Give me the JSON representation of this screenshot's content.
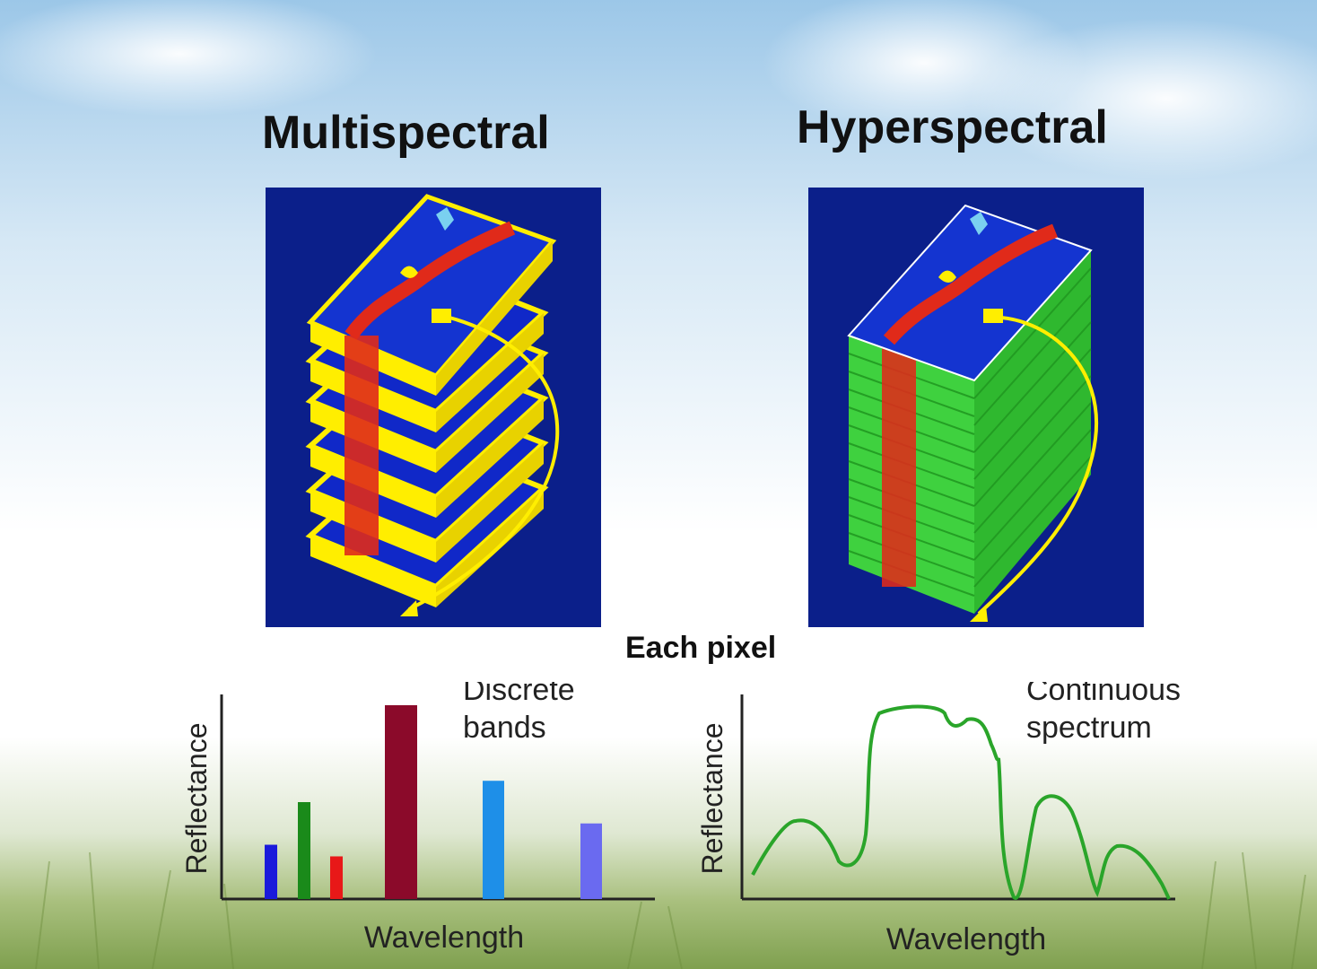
{
  "headings": {
    "left": "Multispectral",
    "right": "Hyperspectral",
    "center": "Each pixel"
  },
  "left_chart": {
    "annotation_line1": "Discrete",
    "annotation_line2": "bands",
    "ylabel": "Reflectance",
    "xlabel": "Wavelength",
    "bars": [
      {
        "color": "#1a1adb",
        "value": 0.28
      },
      {
        "color": "#1a8a1a",
        "value": 0.5
      },
      {
        "color": "#e81818",
        "value": 0.22
      },
      {
        "color": "#8b0a2a",
        "value": 1.0
      },
      {
        "color": "#1e8fe8",
        "value": 0.61
      },
      {
        "color": "#6a6af0",
        "value": 0.39
      }
    ]
  },
  "right_chart": {
    "annotation_line1": "Continuous",
    "annotation_line2": "spectrum",
    "ylabel": "Reflectance",
    "xlabel": "Wavelength",
    "line_color": "#2aa52a"
  },
  "colors": {
    "panel_bg": "#0b1f8a",
    "layer_yellow": "#ffee00",
    "layer_green": "#3fd13f",
    "river_red": "#e02a1a"
  }
}
